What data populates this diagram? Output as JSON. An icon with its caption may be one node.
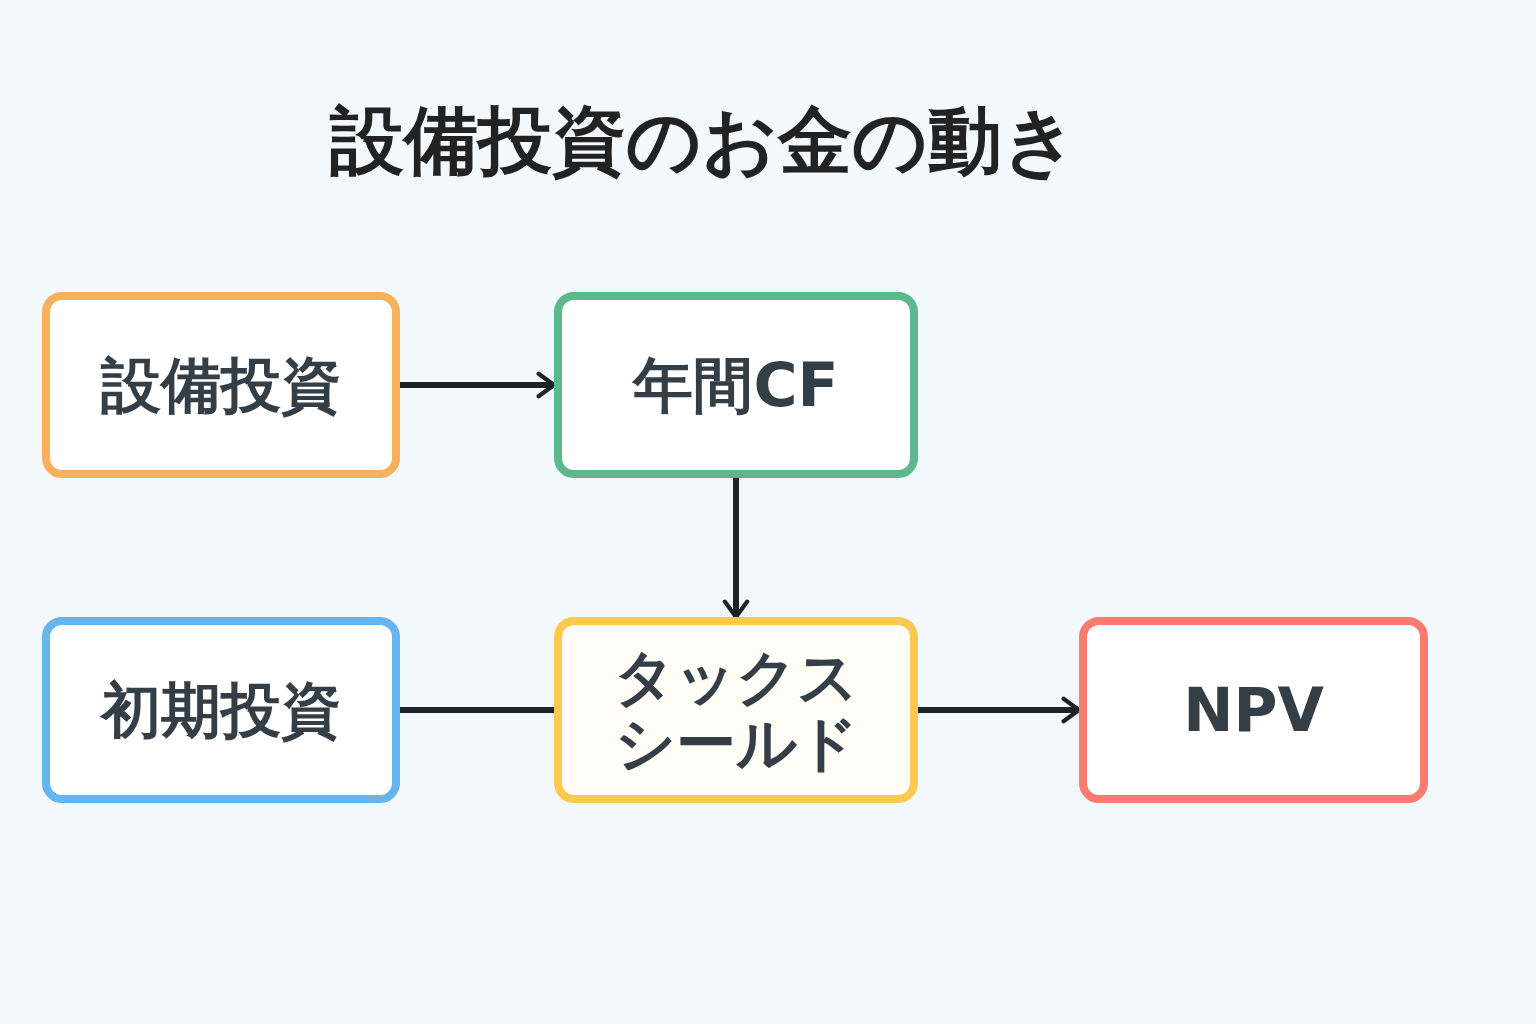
{
  "diagram": {
    "title": "設備投資のお金の動き",
    "nodes": [
      {
        "text": [
          "設備投資"
        ]
      },
      {
        "text": [
          "年間CF"
        ]
      },
      {
        "text": [
          "初期投資"
        ]
      },
      {
        "text": [
          "タックスシールド"
        ]
      },
      {
        "text": [
          "NPV"
        ]
      }
    ],
    "edges": [
      {
        "from": 0,
        "to": 1,
        "arrow": "to"
      },
      {
        "from": 1,
        "to": 3,
        "arrow": "to"
      },
      {
        "from": 2,
        "to": 3,
        "arrow": "none"
      },
      {
        "from": 3,
        "to": 4,
        "arrow": "to"
      }
    ]
  }
}
